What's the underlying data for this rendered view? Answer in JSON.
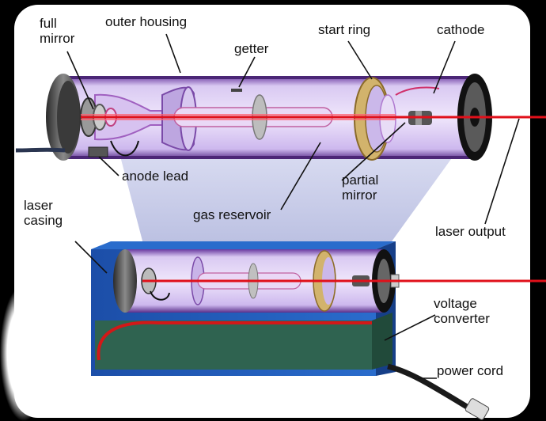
{
  "diagram": {
    "colors": {
      "background": "#ffffff",
      "frame": "#000000",
      "housing": "#c8b6e8",
      "laser_beam": "#e0101a",
      "box": "#1e5fbf",
      "base": "#2f6350",
      "brass_ring": "#d2b36c"
    },
    "labels": {
      "full_mirror": [
        "full",
        "mirror"
      ],
      "outer_housing": "outer housing",
      "getter": "getter",
      "start_ring": "start ring",
      "cathode": "cathode",
      "anode_lead": "anode lead",
      "partial_mirror": [
        "partial",
        "mirror"
      ],
      "laser_casing": [
        "laser",
        "casing"
      ],
      "gas_reservoir": "gas reservoir",
      "laser_output": "laser output",
      "voltage_converter": [
        "voltage",
        "converter"
      ],
      "power_cord": "power cord"
    }
  }
}
